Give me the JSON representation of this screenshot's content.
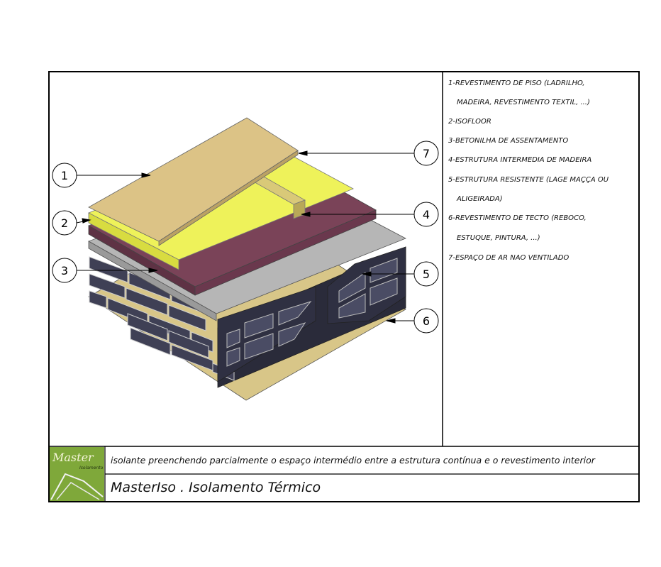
{
  "callouts": [
    {
      "number": "1"
    },
    {
      "number": "2"
    },
    {
      "number": "3"
    },
    {
      "number": "4"
    },
    {
      "number": "5"
    },
    {
      "number": "6"
    },
    {
      "number": "7"
    }
  ],
  "legend": [
    "1-REVESTIMENTO DE PISO (LADRILHO,",
    "MADEIRA, REVESTIMENTO TEXTIL, ...)",
    "2-ISOFLOOR",
    "3-BETONILHA DE ASSENTAMENTO",
    "4-ESTRUTURA INTERMEDIA DE MADEIRA",
    "5-ESTRUTURA RESISTENTE (LAGE MAÇÇA OU",
    "ALIGEIRADA)",
    "6-REVESTIMENTO DE TECTO (REBOCO,",
    "ESTUQUE, PINTURA, ...)",
    "7-ESPAÇO DE AR NAO VENTILADO"
  ],
  "title_block": {
    "logo_text": "Master",
    "logo_subtext": "Isolamento",
    "description": "isolante preenchendo parcialmente o espaço intermédio entre a estrutura contínua e o revestimento interior",
    "title": "MasterIso . Isolamento Térmico"
  },
  "colors": {
    "tile": "#dcc386",
    "insulation": "#eef25a",
    "batten": "#d9c978",
    "screed": "#7a4358",
    "concrete": "#b6b6b6",
    "block": "#3f4055",
    "ceiling": "#d8c688",
    "logo_green": "#7fa83a"
  }
}
